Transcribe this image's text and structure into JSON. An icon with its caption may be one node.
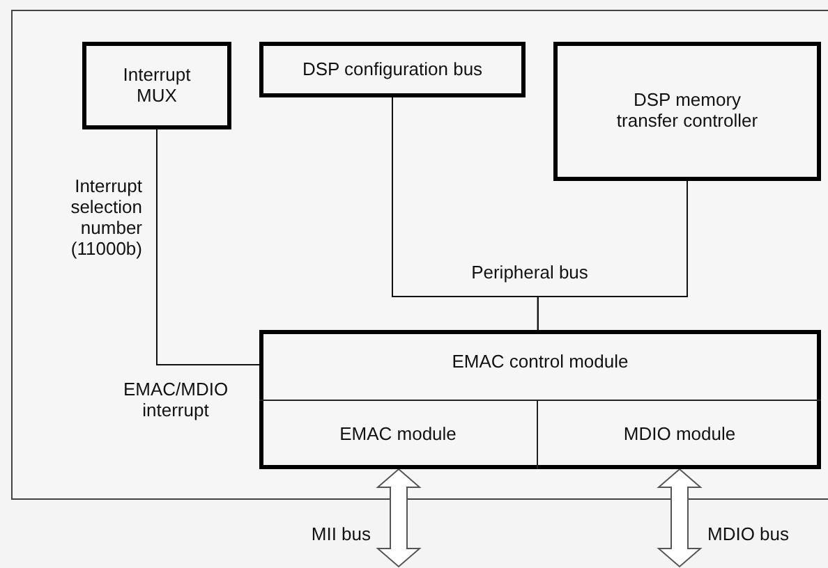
{
  "diagram": {
    "nodes": [
      {
        "text": [
          "Interrupt MUX"
        ]
      },
      {
        "text": [
          "DSP configuration bus"
        ]
      },
      {
        "text": [
          "DSP memory transfer controller"
        ]
      },
      {
        "text": [
          "EMAC control module"
        ]
      },
      {
        "text": [
          "EMAC module"
        ],
        "in": 3
      },
      {
        "text": [
          "MDIO module"
        ],
        "in": 3
      }
    ],
    "edges": [
      {
        "from": 0,
        "to": 3,
        "arrow": "none"
      },
      {
        "from": 1,
        "to": 3,
        "arrow": "none"
      },
      {
        "from": 2,
        "to": 3,
        "arrow": "none"
      },
      {
        "from": 4,
        "to": null,
        "arrow": "both",
        "label": "MII bus",
        "style": "thick"
      },
      {
        "from": 5,
        "to": null,
        "arrow": "both",
        "label": "MDIO bus",
        "style": "thick"
      }
    ],
    "labels": [
      "Interrupt selection number (11000b)",
      "Peripheral bus",
      "EMAC/MDIO interrupt"
    ]
  }
}
